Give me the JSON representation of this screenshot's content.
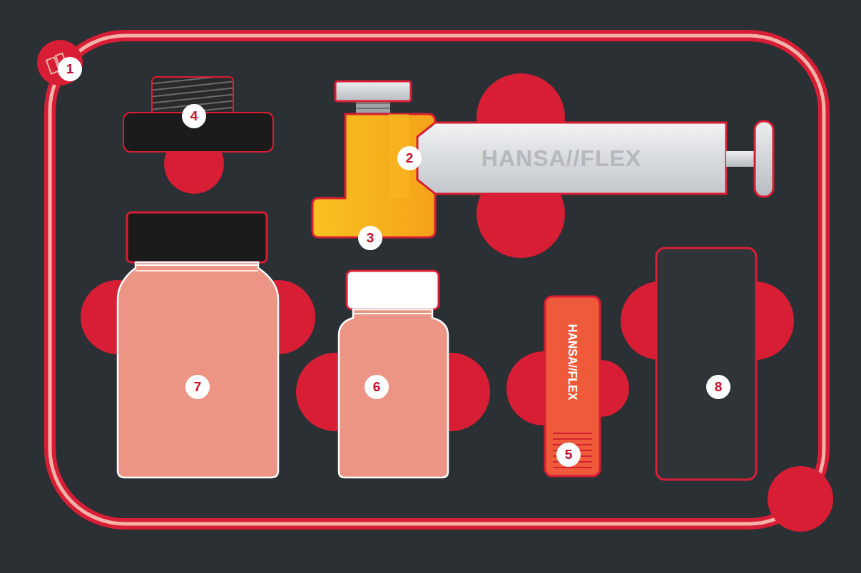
{
  "diagram": {
    "labels": [
      "1",
      "4",
      "2",
      "3",
      "7",
      "6",
      "5",
      "8",
      "HANSA//FLEX",
      "HANSA//FLEX"
    ]
  }
}
